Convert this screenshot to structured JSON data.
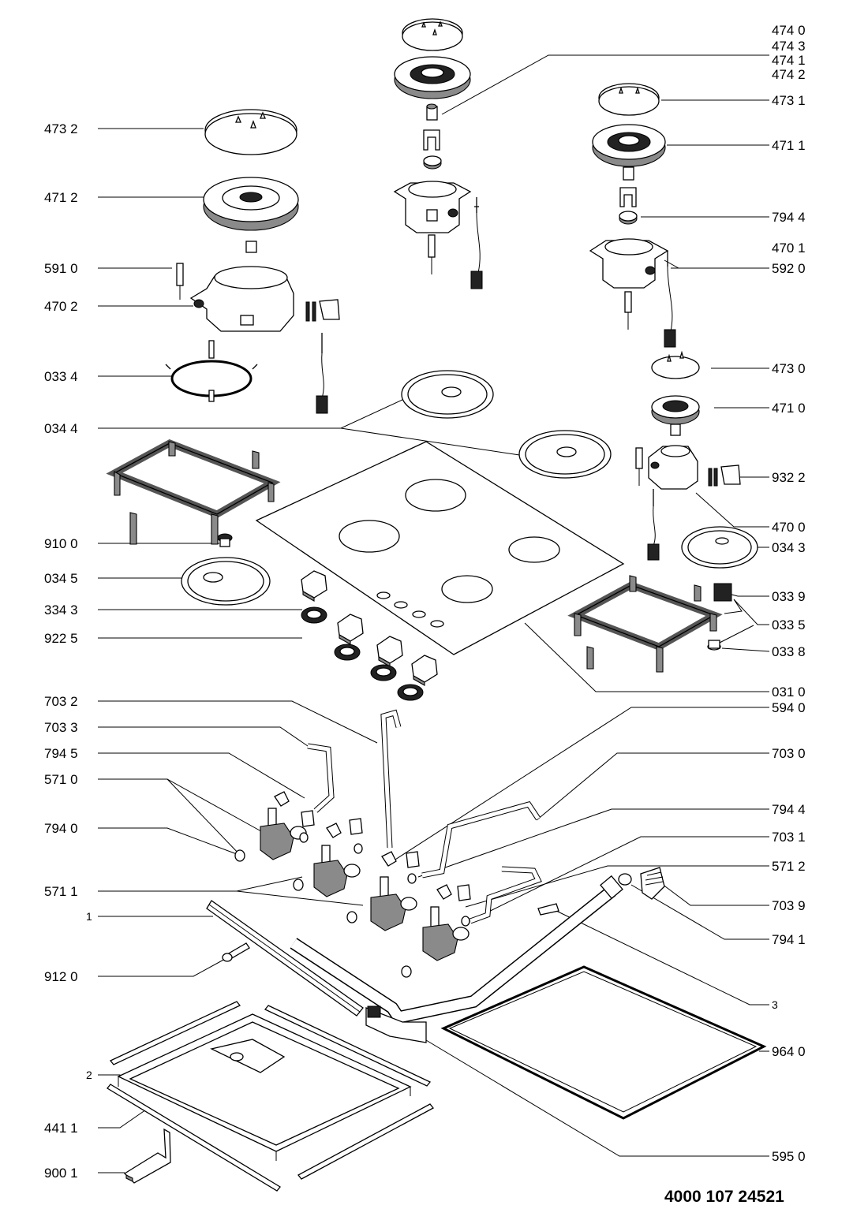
{
  "diagram": {
    "document_code": "4000 107 24521",
    "left_labels": [
      "473 2",
      "471 2",
      "591 0",
      "470 2",
      "033 4",
      "034 4",
      "910 0",
      "034 5",
      "334 3",
      "922 5",
      "703 2",
      "703 3",
      "794 5",
      "571 0",
      "794 0",
      "571 1",
      "1",
      "912 0",
      "2",
      "441 1",
      "900 1"
    ],
    "right_labels": [
      "474 0",
      "474 3",
      "474 1",
      "474 2",
      "473 1",
      "471 1",
      "794 4",
      "470 1",
      "592 0",
      "473 0",
      "471 0",
      "932 2",
      "470 0",
      "034 3",
      "033 9",
      "033 5",
      "033 8",
      "031 0",
      "594 0",
      "703 0",
      "794 4",
      "703 1",
      "571 2",
      "703 9",
      "794 1",
      "3",
      "964 0",
      "595 0"
    ]
  }
}
